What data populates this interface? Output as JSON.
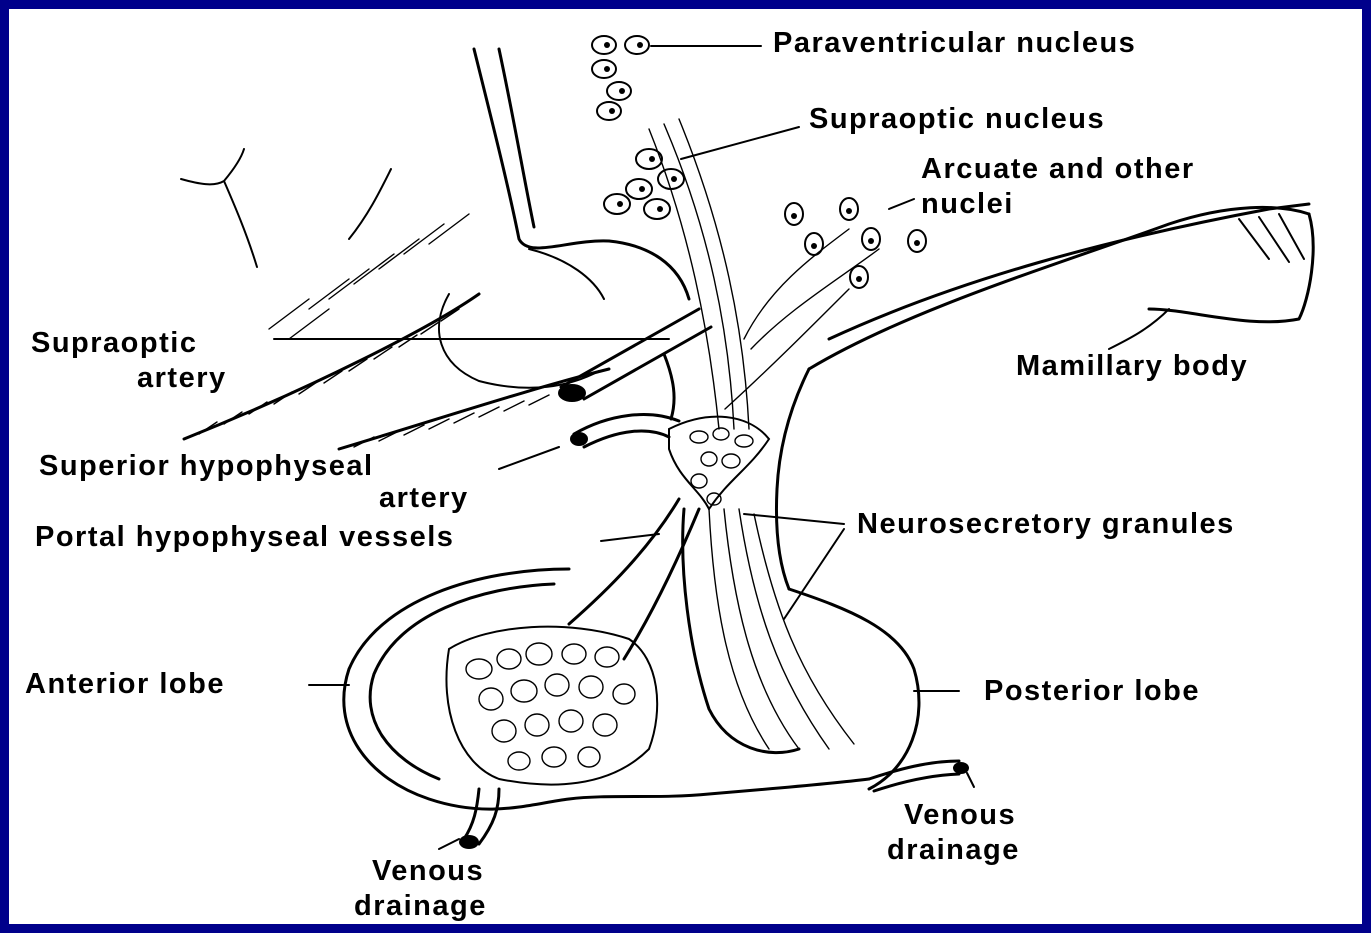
{
  "labels": {
    "paraventricular": "Paraventricular nucleus",
    "supraoptic_nucleus": "Supraoptic nucleus",
    "arcuate_line1": "Arcuate and other",
    "arcuate_line2": "nuclei",
    "supraoptic_artery_line1": "Supraoptic",
    "supraoptic_artery_line2": "artery",
    "mamillary": "Mamillary body",
    "superior_line1": "Superior hypophyseal",
    "superior_line2": "artery",
    "portal": "Portal hypophyseal vessels",
    "neurosecretory": "Neurosecretory granules",
    "anterior": "Anterior lobe",
    "posterior": "Posterior lobe",
    "venous_left_line1": "Venous",
    "venous_left_line2": "drainage",
    "venous_right_line1": "Venous",
    "venous_right_line2": "drainage"
  },
  "colors": {
    "frame": "#00008b",
    "paper": "#ffffff",
    "ink": "#000000"
  }
}
